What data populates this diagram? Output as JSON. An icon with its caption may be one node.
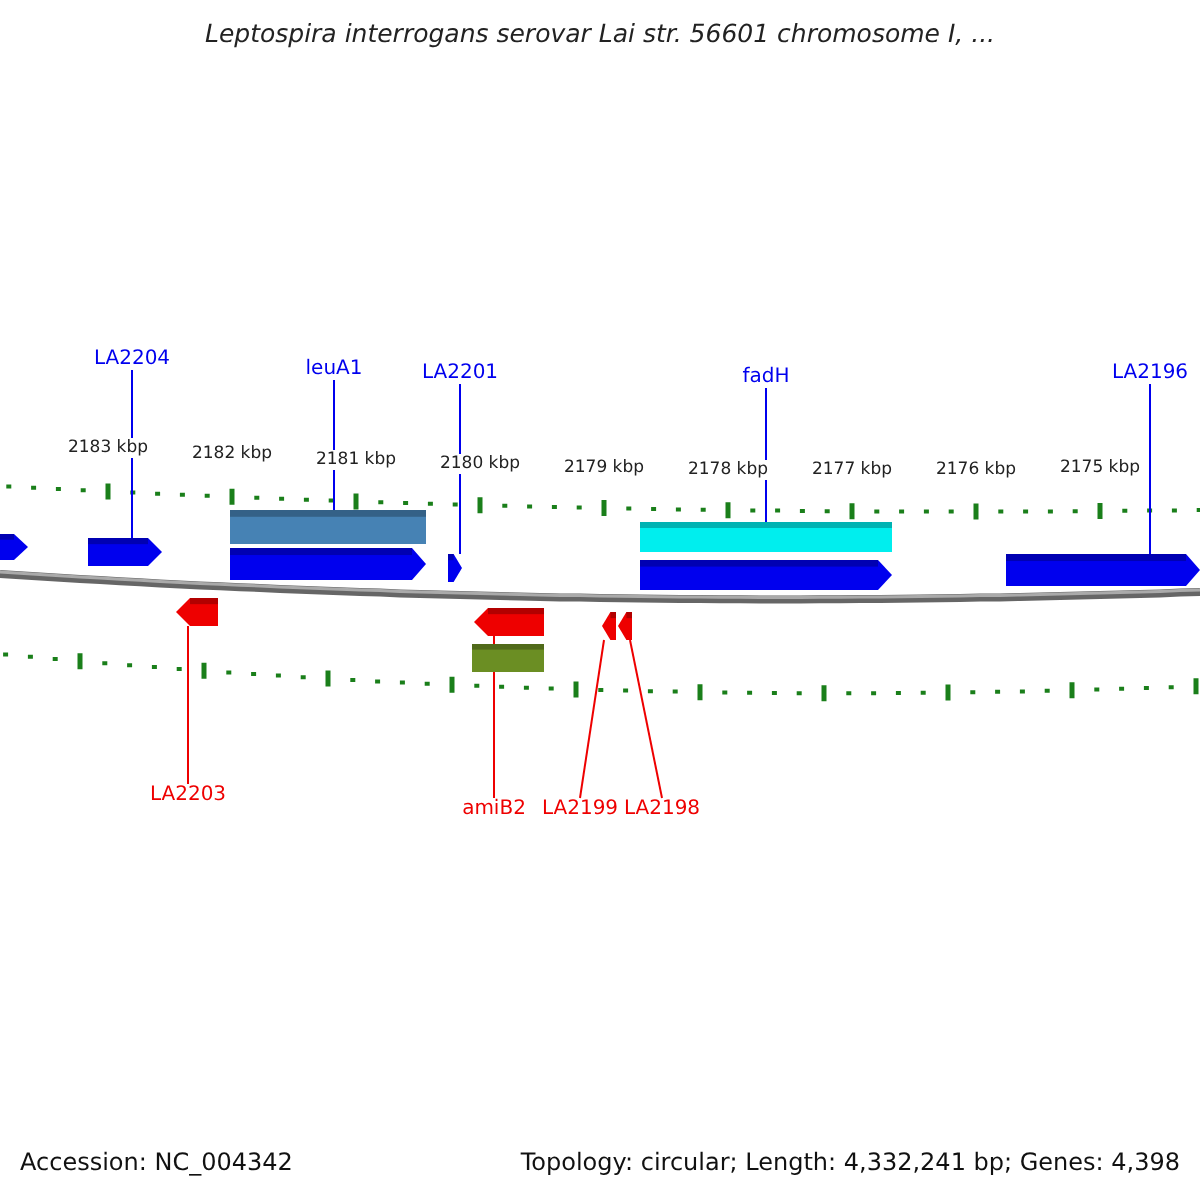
{
  "diagram": {
    "title": "Leptospira interrogans serovar Lai str. 56601 chromosome I, ...",
    "nodes": [
      {
        "text": [
          "LA2204"
        ]
      },
      {
        "text": [
          "leuA1"
        ]
      },
      {
        "text": [
          "LA2201"
        ]
      },
      {
        "text": [
          "fadH"
        ]
      },
      {
        "text": [
          "LA2196"
        ]
      },
      {
        "text": [
          "LA2203"
        ]
      },
      {
        "text": [
          "amiB2"
        ]
      },
      {
        "text": [
          "LA2199"
        ]
      },
      {
        "text": [
          "LA2198"
        ]
      },
      {
        "text": [],
        "shape": "pentagon"
      },
      {
        "text": [],
        "shape": "bar"
      },
      {
        "text": [],
        "shape": "pentagon"
      },
      {
        "text": [],
        "shape": "bar"
      },
      {
        "text": [],
        "shape": "pentagon"
      },
      {
        "text": [],
        "shape": "pentagon"
      },
      {
        "text": [],
        "shape": "pentagon"
      },
      {
        "text": [],
        "shape": "pentagon"
      },
      {
        "text": [],
        "shape": "pentagon"
      },
      {
        "text": [],
        "shape": "pentagon"
      },
      {
        "text": [],
        "shape": "pentagon"
      },
      {
        "text": [],
        "shape": "pentagon"
      },
      {
        "text": [],
        "shape": "bar"
      }
    ],
    "edges": [
      {
        "from": 0,
        "to": 9,
        "arrow": "none"
      },
      {
        "from": 1,
        "to": 10,
        "arrow": "none"
      },
      {
        "from": 2,
        "to": 11,
        "arrow": "none"
      },
      {
        "from": 3,
        "to": 12,
        "arrow": "none"
      },
      {
        "from": 4,
        "to": 13,
        "arrow": "none"
      },
      {
        "from": 5,
        "to": 14,
        "arrow": "none",
        "color": "#ee0000"
      },
      {
        "from": 6,
        "to": 15,
        "arrow": "none",
        "color": "#ee0000"
      },
      {
        "from": 7,
        "to": 16,
        "arrow": "none",
        "color": "#ee0000"
      },
      {
        "from": 8,
        "to": 17,
        "arrow": "none",
        "color": "#ee0000"
      }
    ],
    "labels": [
      "2183 kbp",
      "2182 kbp",
      "2181 kbp",
      "2180 kbp",
      "2179 kbp",
      "2178 kbp",
      "2177 kbp",
      "2176 kbp",
      "2175 kbp",
      "Accession: NC_004342",
      "Topology: circular; Length: 4,332,241 bp; Genes: 4,398"
    ]
  }
}
